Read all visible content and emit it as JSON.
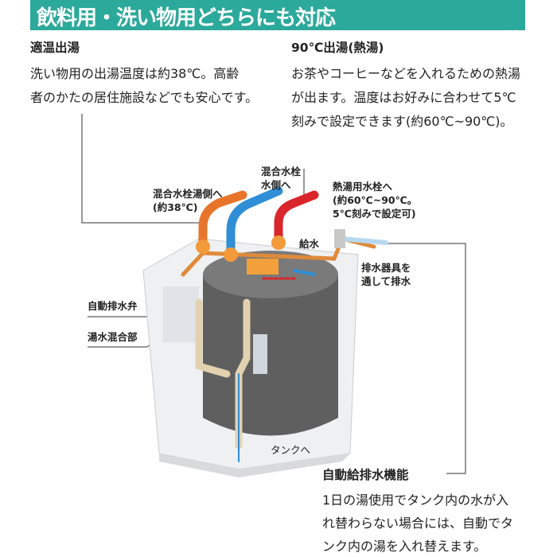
{
  "header": {
    "title": "飲料用・洗い物用どちらにも対応"
  },
  "left": {
    "heading": "適温出湯",
    "body": [
      "洗い物用の出湯温度は約38℃。高齢",
      "者のかたの居住施設などでも安心です。"
    ]
  },
  "right": {
    "heading": "90℃出湯(熱湯)",
    "body": [
      "お茶やコーヒーなどを入れるための熱湯",
      "が出ます。温度はお好みに合わせて5℃",
      "刻みで設定できます(約60℃~90℃)。"
    ]
  },
  "labels": {
    "mix_hot": [
      "混合水栓湯側へ",
      "(約38℃)"
    ],
    "mix_cold": [
      "混合水栓",
      "水側へ"
    ],
    "hot_tap": [
      "熱湯用水栓へ",
      "(約60℃~90℃。",
      "5℃刻みで設定可)"
    ],
    "supply": "給水",
    "drain": [
      "排水器具を",
      "通して排水"
    ],
    "auto_valve": "自動排水弁",
    "mixer": "湯水混合部",
    "to_tank": "タンクへ"
  },
  "auto": {
    "heading": "自動給排水機能",
    "body": [
      "1日の湯使用でタンク内の水が入",
      "れ替わらない場合には、自動でタ",
      "ンク内の湯を入れ替えます。"
    ]
  },
  "colors": {
    "header": "#2ba99b",
    "hot": "#e8742a",
    "boil": "#d9262b",
    "cold": "#2f8ed6"
  }
}
